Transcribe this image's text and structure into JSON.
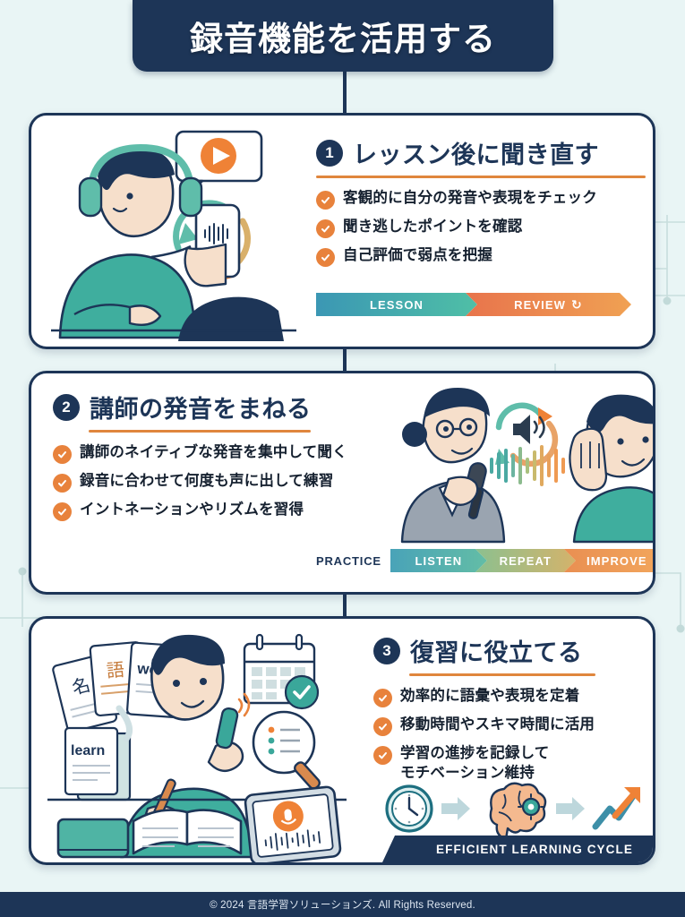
{
  "theme": {
    "background": "#e9f5f5",
    "navy": "#1d3557",
    "orange": "#e8823c",
    "teal": "#3aa79a",
    "card_bg": "#ffffff"
  },
  "header": {
    "title": "録音機能を活用する"
  },
  "sections": [
    {
      "number": "1",
      "title": "レッスン後に聞き直す",
      "bullets": [
        "客観的に自分の発音や表現をチェック",
        "聞き逃したポイントを確認",
        "自己評価で弱点を把握"
      ],
      "flow": {
        "label": "",
        "steps": [
          "LESSON",
          "REVIEW"
        ],
        "last_icon": "refresh-icon"
      },
      "illustration": "person-with-headphones-listening-to-phone-recording"
    },
    {
      "number": "2",
      "title": "講師の発音をまねる",
      "bullets": [
        "講師のネイティブな発音を集中して聞く",
        "録音に合わせて何度も声に出して練習",
        "イントネーションやリズムを習得"
      ],
      "flow": {
        "label": "PRACTICE",
        "steps": [
          "LISTEN",
          "REPEAT",
          "IMPROVE"
        ],
        "last_icon": ""
      },
      "illustration": "teacher-with-microphone-and-student-listening"
    },
    {
      "number": "3",
      "title": "復習に役立てる",
      "bullets": [
        "効率的に語彙や表現を定着",
        "移動時間やスキマ時間に活用",
        "学習の進捗を記録して\nモチベーション維持"
      ],
      "flow": {
        "label": "",
        "steps": [],
        "last_icon": ""
      },
      "illustration": "student-studying-with-flashcards-calendar-tablet"
    }
  ],
  "illustration_labels": {
    "flashcard_1": "名",
    "flashcard_2": "語",
    "flashcard_3": "word",
    "paper": "learn"
  },
  "cycle_icons": [
    {
      "name": "clock-icon",
      "meaning": "time"
    },
    {
      "name": "arrow-right-icon",
      "meaning": "leads-to"
    },
    {
      "name": "brain-gear-icon",
      "meaning": "learning"
    },
    {
      "name": "arrow-right-icon",
      "meaning": "leads-to"
    },
    {
      "name": "growth-arrow-icon",
      "meaning": "improvement"
    }
  ],
  "banner": {
    "text": "EFFICIENT LEARNING CYCLE"
  },
  "footer": {
    "copyright": "© 2024 言語学習ソリューションズ. All Rights Reserved."
  }
}
